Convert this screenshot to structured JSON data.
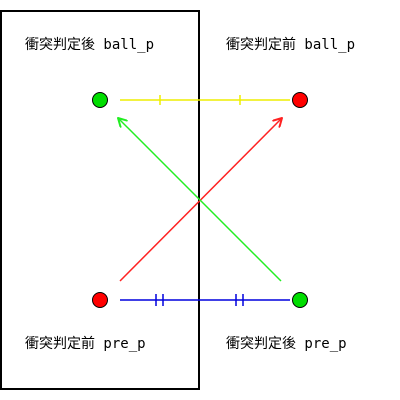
{
  "labels": {
    "top_left": "衝突判定後 ball_p",
    "top_right": "衝突判定前 ball_p",
    "bottom_left": "衝突判定前 pre_p",
    "bottom_right": "衝突判定後 pre_p"
  },
  "colors": {
    "wall": "#000000",
    "ball_before": "#ff0000",
    "ball_after": "#00dd00",
    "ball_outline": "#000000",
    "arrow_before": "#ff2222",
    "arrow_after": "#22ee22",
    "equal_top": "#eeee00",
    "equal_bottom": "#0000dd"
  }
}
